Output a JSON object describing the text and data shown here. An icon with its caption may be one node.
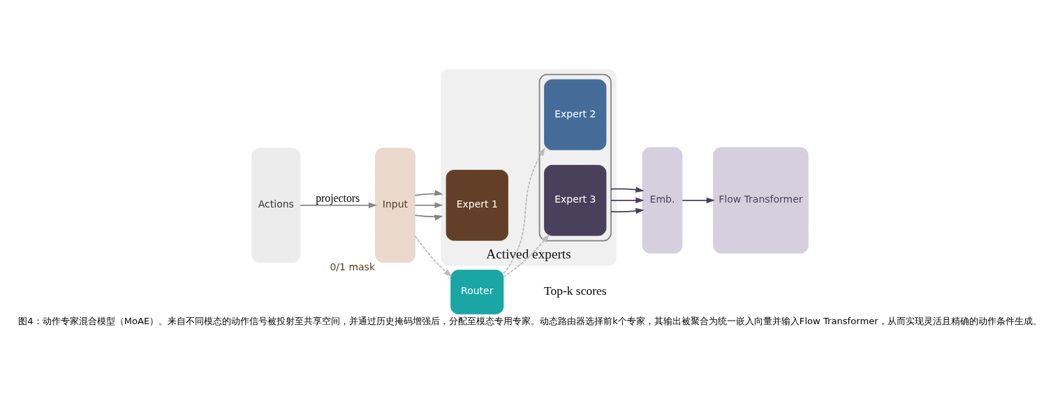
{
  "diagram": {
    "caption": "图4：动作专家混合模型（MoAE）。来自不同模态的动作信号被投射至共享空间，并通过历史掩码增强后，分配至模态专用专家。动态路由器选择前k个专家，其输出被聚合为统一嵌入向量并输入Flow Transformer，从而实现灵活且精确的动作条件生成。",
    "nodes": [
      {
        "text": [
          "Actions"
        ]
      },
      {
        "text": [
          "Input"
        ],
        "beside": [
          "0/1 mask"
        ]
      },
      {
        "text": [
          "Router"
        ]
      },
      {
        "text": [
          "Actived experts"
        ]
      },
      {
        "text": [
          "Expert 1"
        ],
        "in": 3
      },
      {
        "text": [],
        "shape": "box",
        "in": 3
      },
      {
        "text": [
          "Expert 2"
        ],
        "in": 5
      },
      {
        "text": [
          "Expert 3"
        ],
        "in": 5
      },
      {
        "text": [
          "Emb."
        ]
      },
      {
        "text": [
          "Flow Transformer"
        ]
      }
    ],
    "edges": [
      {
        "from": 0,
        "to": 1,
        "arrow": "to",
        "label": "projectors"
      },
      {
        "from": 1,
        "to": 2,
        "arrow": "to",
        "style": "dashed"
      },
      {
        "from": 1,
        "to": 3,
        "arrow": "to"
      },
      {
        "from": 1,
        "to": 3,
        "arrow": "to"
      },
      {
        "from": 1,
        "to": 3,
        "arrow": "to"
      },
      {
        "from": 2,
        "to": 6,
        "arrow": "to",
        "style": "dashed"
      },
      {
        "from": 2,
        "to": 7,
        "arrow": "to",
        "style": "dashed"
      },
      {
        "from": 5,
        "to": 8,
        "arrow": "to",
        "color": "#4a3f5c"
      },
      {
        "from": 5,
        "to": 8,
        "arrow": "to",
        "color": "#4a3f5c"
      },
      {
        "from": 5,
        "to": 8,
        "arrow": "to",
        "color": "#4a3f5c"
      },
      {
        "from": 8,
        "to": 9,
        "arrow": "to",
        "color": "#4a3f5c"
      }
    ],
    "labels": [
      "Top-k scores"
    ]
  }
}
